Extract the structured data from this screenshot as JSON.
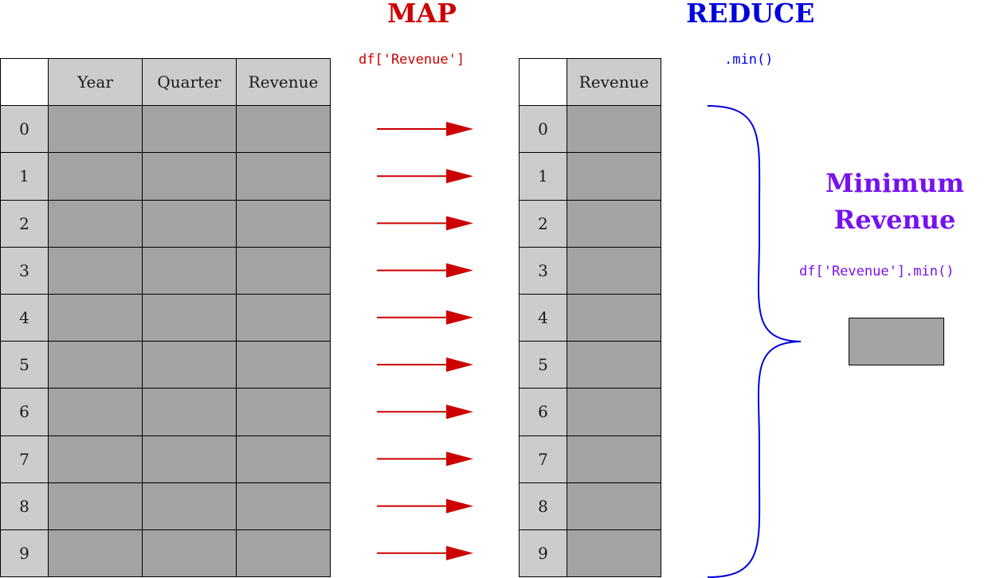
{
  "colors": {
    "map": "#cc0000",
    "reduce": "#0000dd",
    "summary": "#7711ee",
    "header_fill": "#cccccc",
    "data_fill": "#a3a3a3"
  },
  "map": {
    "title": "MAP",
    "code": "df['Revenue']"
  },
  "reduce": {
    "title": "REDUCE",
    "code": ".min()"
  },
  "source_table": {
    "columns": [
      "Year",
      "Quarter",
      "Revenue"
    ],
    "rows": [
      "0",
      "1",
      "2",
      "3",
      "4",
      "5",
      "6",
      "7",
      "8",
      "9"
    ]
  },
  "mapped_table": {
    "columns": [
      "Revenue"
    ],
    "rows": [
      "0",
      "1",
      "2",
      "3",
      "4",
      "5",
      "6",
      "7",
      "8",
      "9"
    ]
  },
  "summary": {
    "line1": "Minimum",
    "line2": "Revenue",
    "code": "df['Revenue'].min()"
  }
}
